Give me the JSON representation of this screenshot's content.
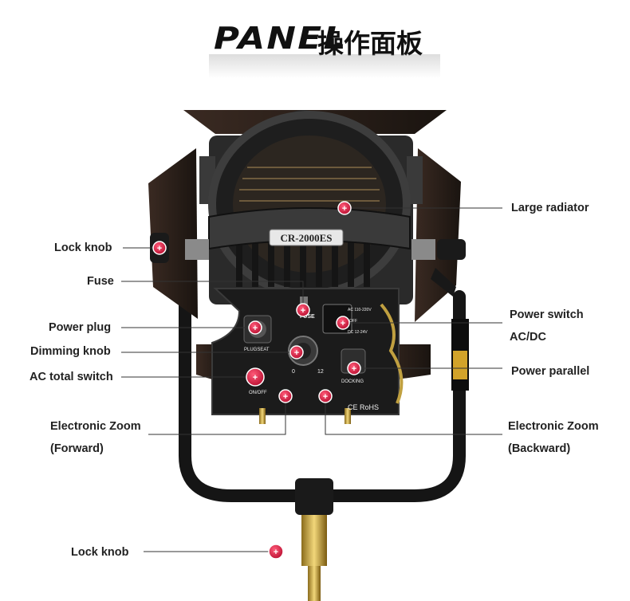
{
  "header": {
    "title_en": "PANEL",
    "title_cn": "操作面板"
  },
  "device": {
    "model_plate": "CR-2000ES"
  },
  "panel_text": {
    "fuse": "FUSE",
    "plugseat": "PLUGSEAT",
    "onoff": "ON/OFF",
    "docking": "DOCKING",
    "ac": "AC 110-220V",
    "off": "OFF",
    "dc": "DC 12-24V",
    "dial_min": "0",
    "dial_max": "12",
    "certs": "CE RoHS"
  },
  "callouts": {
    "large_radiator": "Large radiator",
    "lock_knob_upper": "Lock knob",
    "fuse": "Fuse",
    "power_plug": "Power plug",
    "dimming_knob": "Dimming knob",
    "ac_total_switch": "AC total switch",
    "power_switch_1": "Power switch",
    "power_switch_2": "AC/DC",
    "power_parallel": "Power parallel",
    "zoom_forward_1": "Electronic Zoom",
    "zoom_forward_2": "(Forward)",
    "zoom_backward_1": "Electronic Zoom",
    "zoom_backward_2": "(Backward)",
    "lock_knob_lower": "Lock knob"
  },
  "colors": {
    "marker": "#d8143c",
    "body": "#1c1c1c",
    "line": "#333333"
  }
}
